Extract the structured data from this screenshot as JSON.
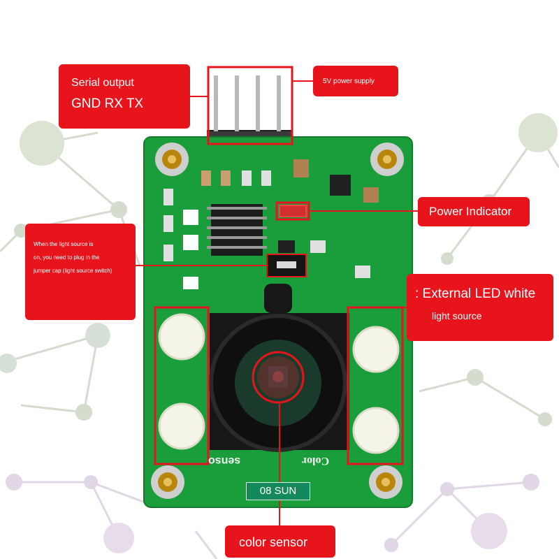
{
  "callouts": {
    "serial_output": {
      "line1": "Serial output",
      "line2": "GND RX TX"
    },
    "power_supply": "5V power supply",
    "power_indicator": "Power Indicator",
    "jumper_note": {
      "line1": "When the light source is",
      "line2": "on, you need to plug in the",
      "line3": "jumper cap (light source switch)"
    },
    "external_led": {
      "line1": ": External LED white",
      "line2": "light source"
    },
    "color_sensor": "color sensor"
  },
  "board_silkscreen": {
    "left_text": "senso",
    "right_text": "Color",
    "model_label": "08 SUN"
  },
  "colors": {
    "callout_red": "#e8141c",
    "pcb_green": "#1a9e3c",
    "header_pins": "#b0b0b0",
    "molecule_nodes": "#c9d6c0"
  },
  "icons": [
    "mounting-hole-icon",
    "led-icon",
    "chip-icon",
    "header-pin-icon",
    "lens-icon"
  ]
}
